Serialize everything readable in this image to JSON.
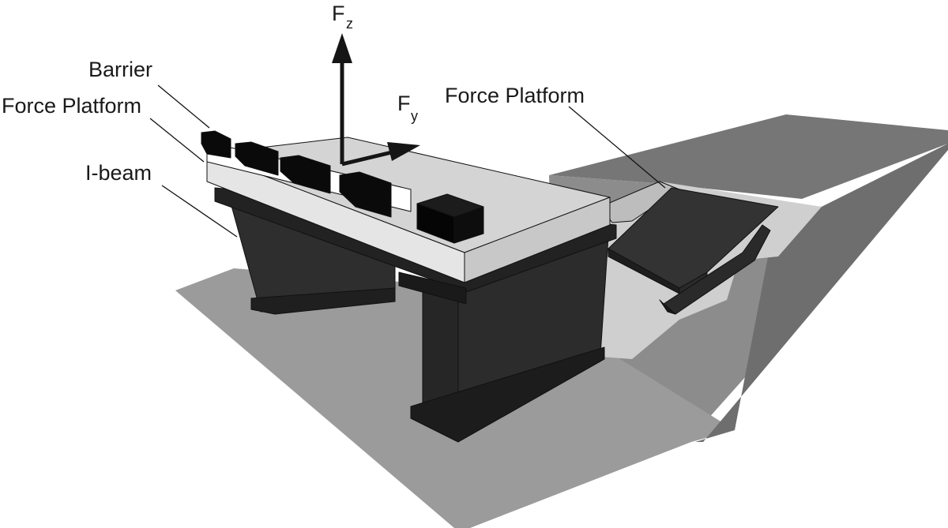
{
  "labels": {
    "barrier": "Barrier",
    "force_platform_left": "Force Platform",
    "ibeam": "I-beam",
    "force_platform_right": "Force Platform",
    "fz_main": "F",
    "fz_sub": "z",
    "fy_main": "F",
    "fy_sub": "y"
  },
  "colors": {
    "ground_far": "#8c8c8c",
    "ground_near": "#9b9b9b",
    "runway": "#6a6a6a",
    "pit_light": "#cfcfcf",
    "pit_wall": "#bdbdbd",
    "platform_top": "#d4d4d4",
    "platform_side": "#e3e3e3",
    "beam_dark": "#2c2c2c",
    "beam_mid": "#3a3a3a",
    "barrier_black": "#0a0a0a",
    "barrier_white": "#ffffff",
    "arrow": "#151515"
  }
}
